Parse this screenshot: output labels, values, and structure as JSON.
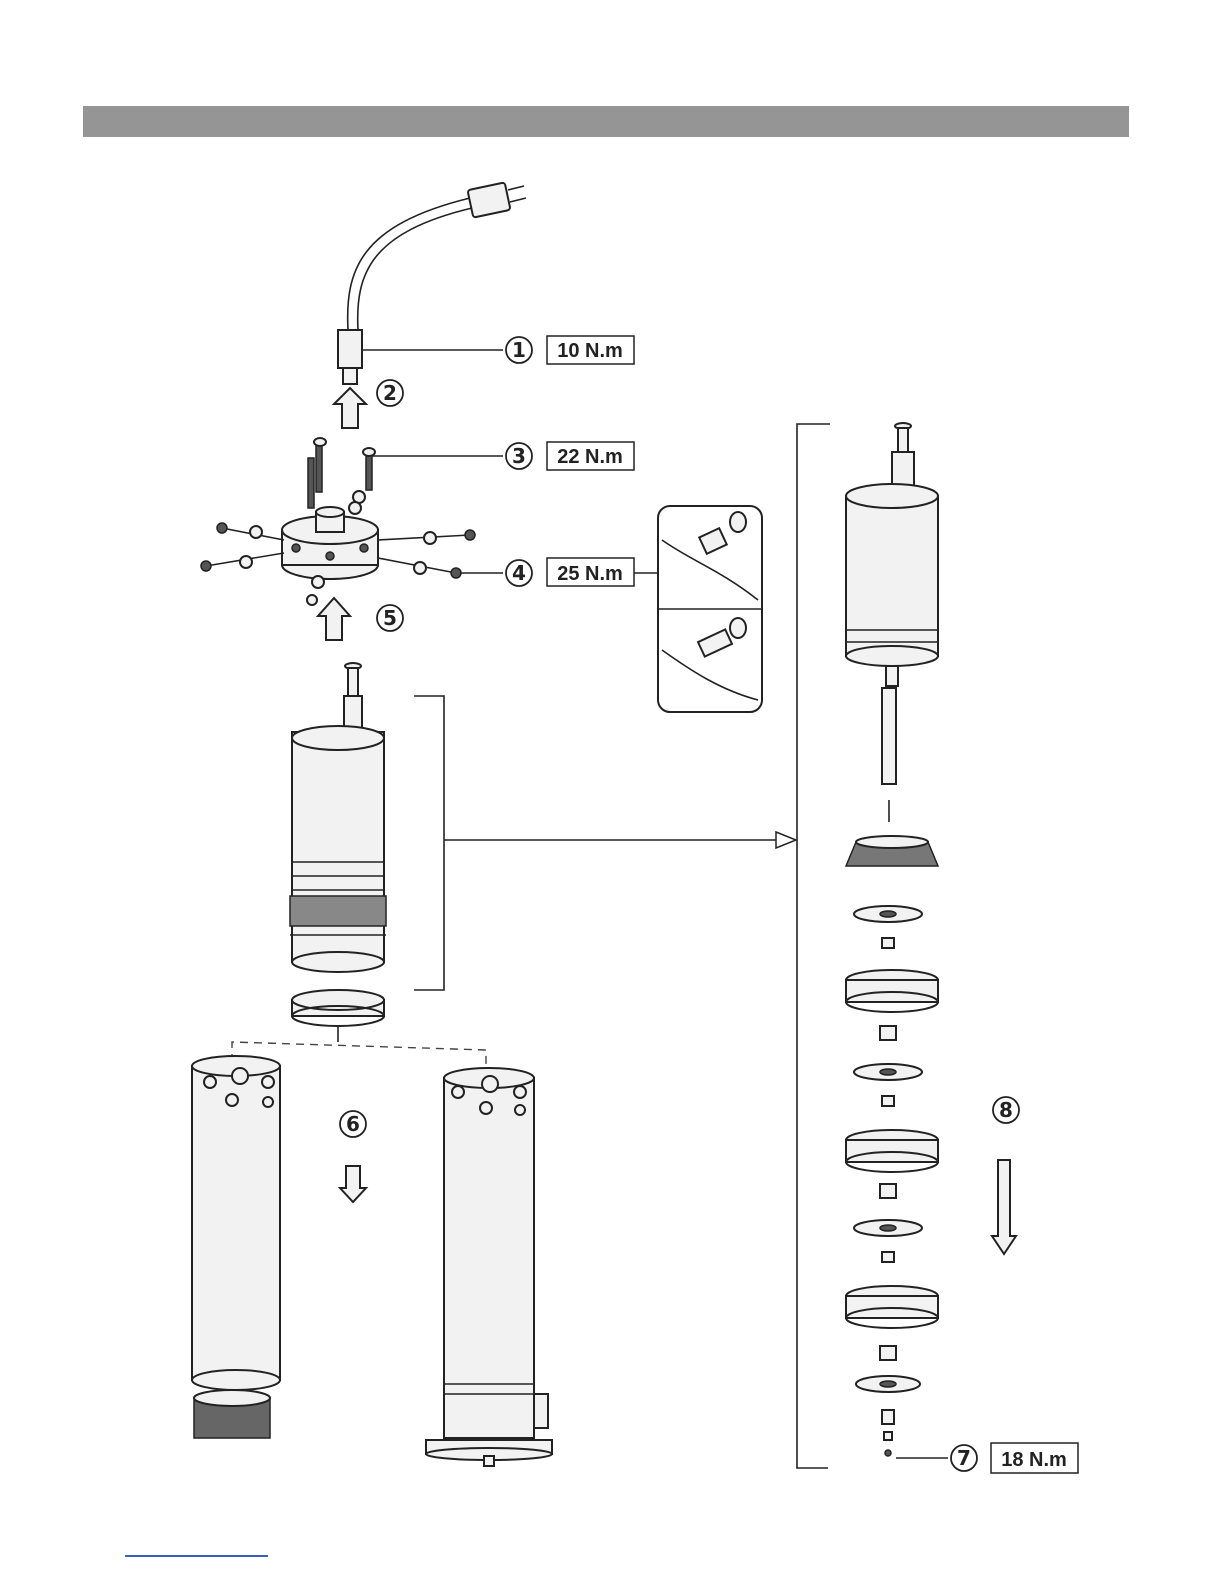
{
  "callouts": [
    {
      "num": "1",
      "torque": "10 N.m"
    },
    {
      "num": "2",
      "torque": ""
    },
    {
      "num": "3",
      "torque": "22 N.m"
    },
    {
      "num": "4",
      "torque": "25 N.m"
    },
    {
      "num": "5",
      "torque": ""
    },
    {
      "num": "6",
      "torque": ""
    },
    {
      "num": "7",
      "torque": "18 N.m"
    },
    {
      "num": "8",
      "torque": ""
    }
  ],
  "colors": {
    "header_bar": "#959595",
    "line": "#222222",
    "footer_link": "#3a5fb4"
  }
}
